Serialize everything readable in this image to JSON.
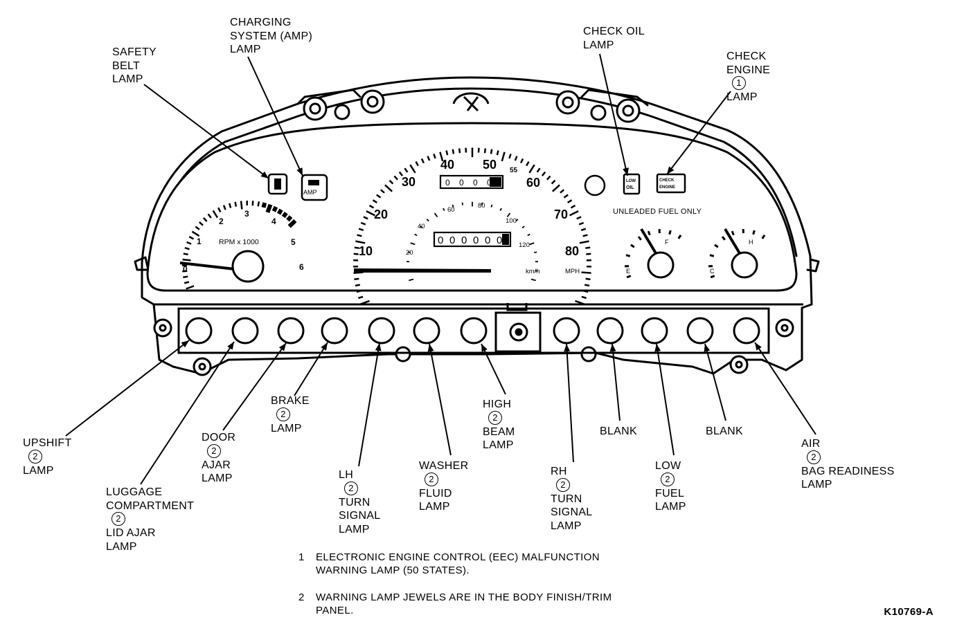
{
  "callouts": {
    "safety_belt": [
      "SAFETY",
      "BELT",
      "LAMP"
    ],
    "charging": [
      "CHARGING",
      "SYSTEM (AMP)",
      "LAMP"
    ],
    "check_oil": [
      "CHECK OIL",
      "LAMP"
    ],
    "check_engine": [
      "CHECK",
      "ENGINE",
      "LAMP"
    ],
    "check_engine_ref": "1",
    "upshift": [
      "UPSHIFT",
      "LAMP"
    ],
    "upshift_ref": "2",
    "luggage": [
      "LUGGAGE",
      "COMPARTMENT",
      "LID AJAR",
      "LAMP"
    ],
    "luggage_ref": "2",
    "door": [
      "DOOR",
      "AJAR",
      "LAMP"
    ],
    "door_ref": "2",
    "brake": [
      "BRAKE",
      "LAMP"
    ],
    "brake_ref": "2",
    "lh_turn": [
      "LH",
      "TURN",
      "SIGNAL",
      "LAMP"
    ],
    "lh_turn_ref": "2",
    "washer": [
      "WASHER",
      "FLUID",
      "LAMP"
    ],
    "washer_ref": "2",
    "high_beam": [
      "HIGH",
      "BEAM",
      "LAMP"
    ],
    "high_beam_ref": "2",
    "rh_turn": [
      "RH",
      "TURN",
      "SIGNAL",
      "LAMP"
    ],
    "rh_turn_ref": "2",
    "blank_1": "BLANK",
    "low_fuel": [
      "LOW",
      "FUEL",
      "LAMP"
    ],
    "low_fuel_ref": "2",
    "blank_2": "BLANK",
    "air_bag": [
      "AIR",
      "BAG READINESS",
      "LAMP"
    ],
    "air_bag_ref": "2"
  },
  "cluster": {
    "tach_numbers": [
      "1",
      "2",
      "3",
      "4",
      "5",
      "6"
    ],
    "tach_zero": "0",
    "tach_label": "RPM x 1000",
    "speed_numbers": [
      "10",
      "20",
      "30",
      "40",
      "50",
      "60",
      "70",
      "80"
    ],
    "speed_55": "55",
    "kmh_numbers": [
      "20",
      "40",
      "60",
      "80",
      "100",
      "120"
    ],
    "kmh_label": "km/h",
    "mph_label": "MPH",
    "trip_odometer": [
      "0",
      "0",
      "0",
      "0"
    ],
    "odometer": [
      "0",
      "0",
      "0",
      "0",
      "0",
      "0"
    ],
    "fuel_notice": "UNLEADED FUEL ONLY",
    "amp_lamp_text": "AMP",
    "oil_lamp_text": [
      "LOW",
      "OIL"
    ],
    "engine_lamp_text": [
      "CHECK",
      "ENGINE"
    ],
    "fuel_gauge_marks": [
      "E",
      "F"
    ],
    "temp_gauge_marks": [
      "C",
      "H"
    ]
  },
  "notes": [
    {
      "num": "1",
      "lines": [
        "ELECTRONIC ENGINE CONTROL (EEC) MALFUNCTION",
        "WARNING LAMP (50 STATES)."
      ]
    },
    {
      "num": "2",
      "lines": [
        "WARNING LAMP JEWELS ARE IN THE BODY FINISH/TRIM",
        "PANEL."
      ]
    }
  ],
  "figure_id": "K10769-A"
}
